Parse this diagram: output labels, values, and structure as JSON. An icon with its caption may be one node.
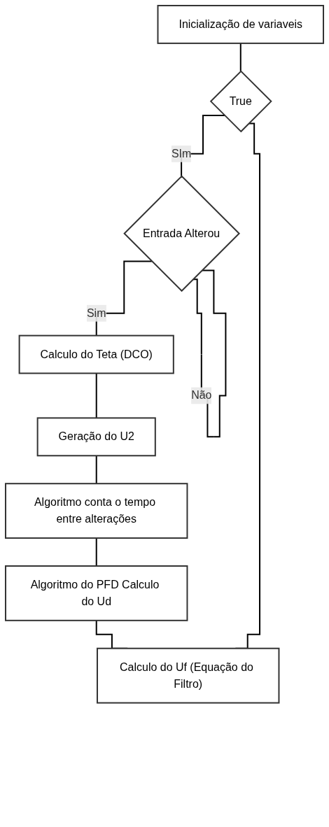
{
  "diagram": {
    "nodes": [
      {
        "text": [
          "Inicialização de variaveis"
        ]
      },
      {
        "text": [
          "True"
        ]
      },
      {
        "text": [
          "Entrada Alterou"
        ]
      },
      {
        "text": [
          "Calculo do Teta (DCO)"
        ]
      },
      {
        "text": [
          "Geração do U2"
        ]
      },
      {
        "text": [
          "Algoritmo conta o tempo entre alterações"
        ]
      },
      {
        "text": [
          "Algoritmo do PFD Calculo do Ud"
        ]
      },
      {
        "text": [
          "Calculo do Uf (Equação do Filtro)"
        ]
      }
    ],
    "edges": [
      {
        "from": 0,
        "to": 1,
        "arrow": "none"
      },
      {
        "from": 1,
        "to": 2,
        "arrow": "none",
        "label": "SIm"
      },
      {
        "from": 2,
        "to": 2,
        "arrow": "none",
        "label": "Não"
      },
      {
        "from": 2,
        "to": 3,
        "arrow": "none",
        "label": "Sim"
      },
      {
        "from": 3,
        "to": 4,
        "arrow": "none"
      },
      {
        "from": 4,
        "to": 5,
        "arrow": "none"
      },
      {
        "from": 5,
        "to": 6,
        "arrow": "none"
      },
      {
        "from": 6,
        "to": 7,
        "arrow": "none"
      },
      {
        "from": 7,
        "to": 1,
        "arrow": "none"
      }
    ]
  }
}
